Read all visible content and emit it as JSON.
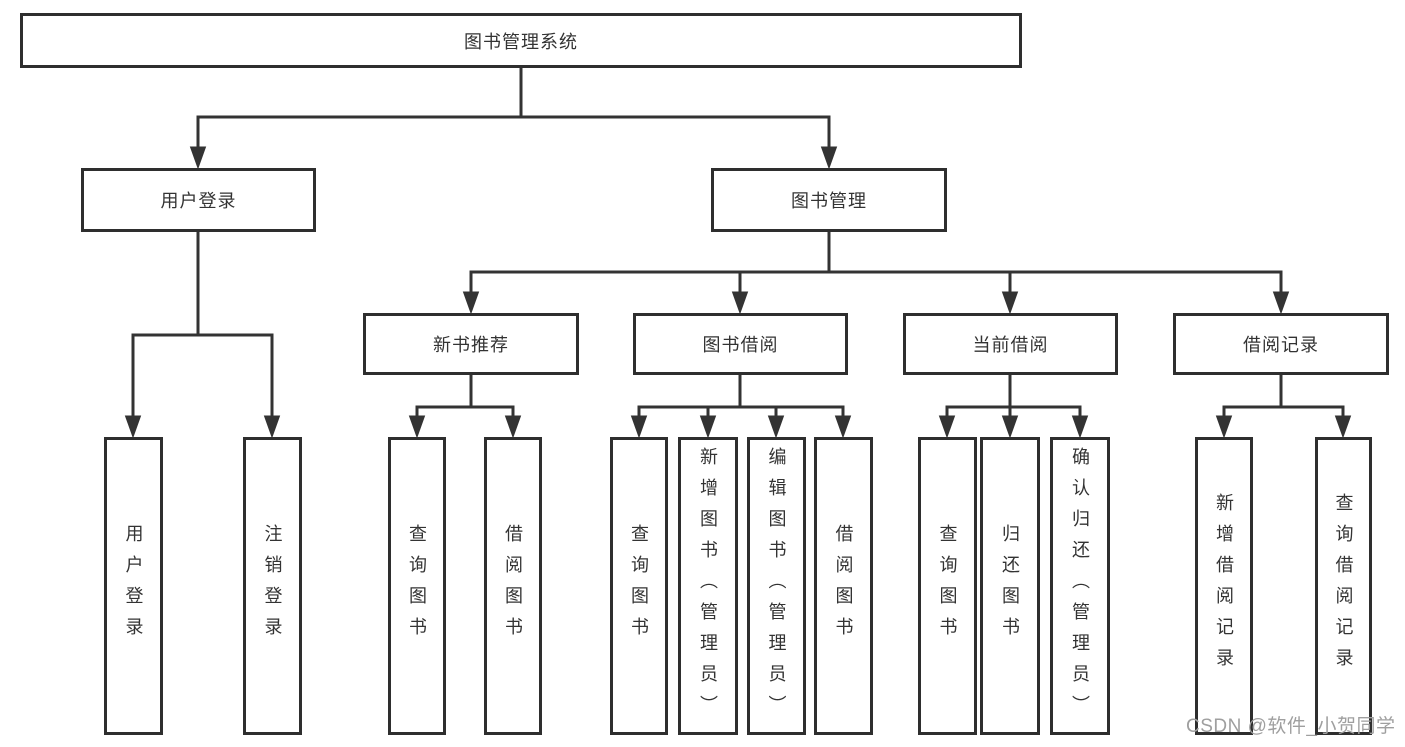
{
  "diagram_type": "tree",
  "nodes": {
    "root": {
      "label": "图书管理系统"
    },
    "level2": [
      {
        "id": "user-login",
        "label": "用户登录"
      },
      {
        "id": "book-management",
        "label": "图书管理"
      }
    ],
    "level3": [
      {
        "id": "new-book-recommend",
        "label": "新书推荐",
        "parent": "图书管理"
      },
      {
        "id": "book-borrow",
        "label": "图书借阅",
        "parent": "图书管理"
      },
      {
        "id": "current-borrow",
        "label": "当前借阅",
        "parent": "图书管理"
      },
      {
        "id": "borrow-records",
        "label": "借阅记录",
        "parent": "图书管理"
      }
    ],
    "leaves": [
      {
        "label": "用户登录",
        "parent": "用户登录"
      },
      {
        "label": "注销登录",
        "parent": "用户登录"
      },
      {
        "label": "查询图书",
        "parent": "新书推荐"
      },
      {
        "label": "借阅图书",
        "parent": "新书推荐"
      },
      {
        "label": "查询图书",
        "parent": "图书借阅"
      },
      {
        "label": "新增图书（管理员）",
        "parent": "图书借阅"
      },
      {
        "label": "编辑图书（管理员）",
        "parent": "图书借阅"
      },
      {
        "label": "借阅图书",
        "parent": "图书借阅"
      },
      {
        "label": "查询图书",
        "parent": "当前借阅"
      },
      {
        "label": "归还图书",
        "parent": "当前借阅"
      },
      {
        "label": "确认归还（管理员）",
        "parent": "当前借阅"
      },
      {
        "label": "新增借阅记录",
        "parent": "借阅记录"
      },
      {
        "label": "查询借阅记录",
        "parent": "借阅记录"
      }
    ]
  },
  "colors": {
    "line": "#333333",
    "border": "#2e2e2e",
    "text": "#333333",
    "background": "#ffffff",
    "watermark": "#9f9f9f"
  },
  "watermark": {
    "text": "CSDN @软件_小贺同学"
  }
}
